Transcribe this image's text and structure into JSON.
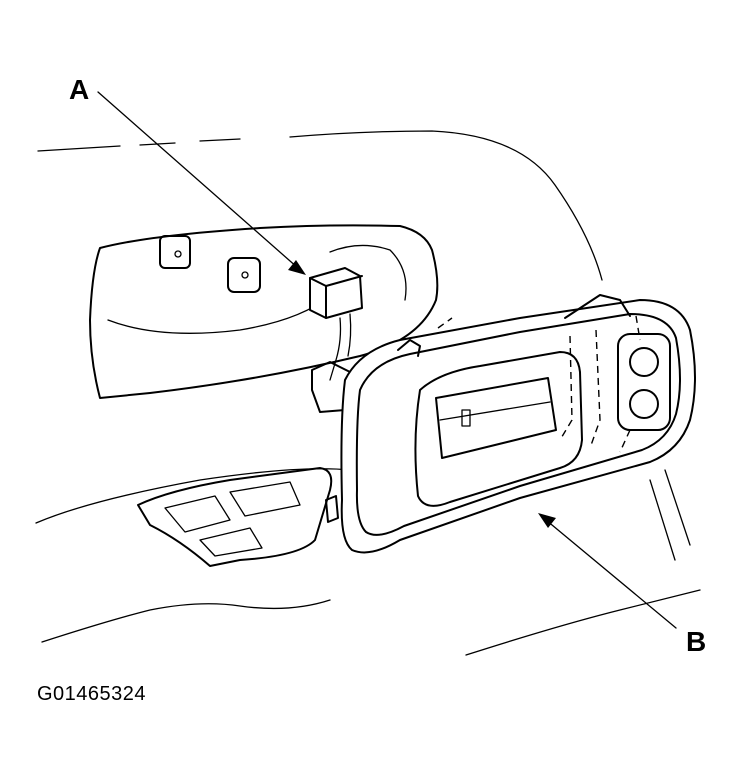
{
  "callouts": {
    "a": "A",
    "b": "B"
  },
  "figure_id": "G01465324",
  "colors": {
    "ink": "#000000",
    "paper": "#ffffff"
  }
}
